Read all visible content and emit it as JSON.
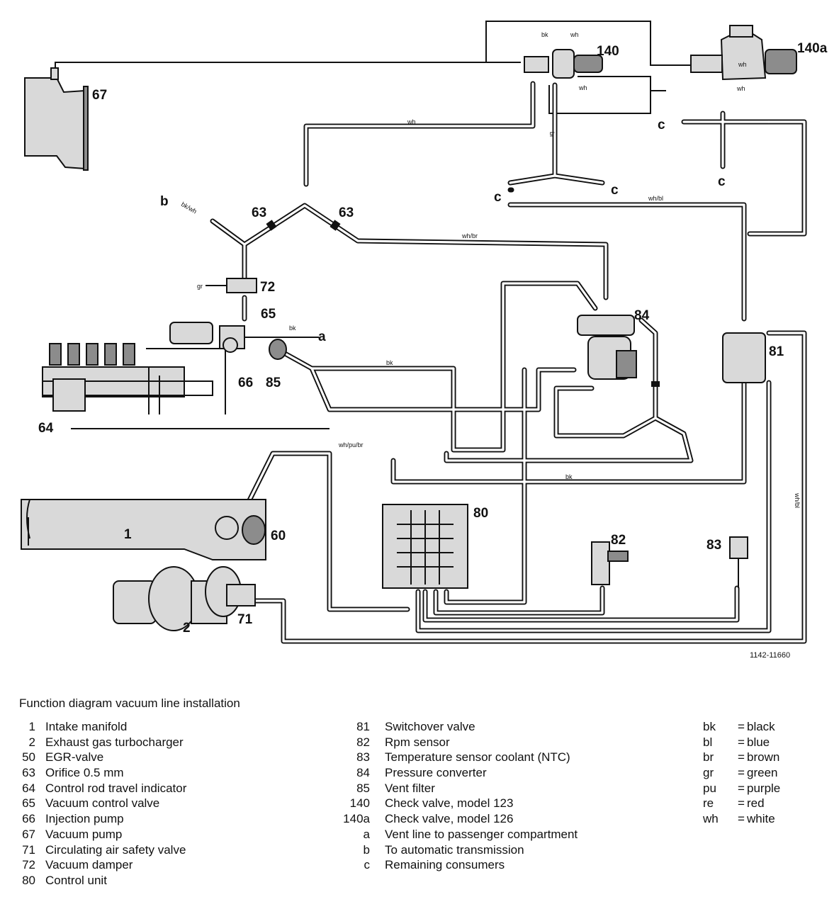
{
  "diagram": {
    "reference": "1142-11660",
    "callouts": {
      "c1": "1",
      "c2": "2",
      "c60": "60",
      "c63a": "63",
      "c63b": "63",
      "c64": "64",
      "c65": "65",
      "c66": "66",
      "c67": "67",
      "c71": "71",
      "c72": "72",
      "c80": "80",
      "c81": "81",
      "c82": "82",
      "c83": "83",
      "c84": "84",
      "c85": "85",
      "c140": "140",
      "c140a": "140a",
      "a": "a",
      "b": "b",
      "c1st": "c",
      "c2nd": "c",
      "c3rd": "c",
      "c4th": "c"
    },
    "line_labels": {
      "wh_top": "wh",
      "bk_140": "bk",
      "wh_140": "wh",
      "wh_140b": "wh",
      "wh_140a": "wh",
      "wh_140a_b": "wh",
      "br_vert": "br",
      "bkwh": "bk/wh",
      "whbr": "wh/br",
      "whbl": "wh/bl",
      "gr": "gr",
      "bk_a": "bk",
      "bk_mid": "bk",
      "bk_bottom": "bk",
      "whpubr": "wh/pu/br",
      "whbl_vert": "wh/bl"
    }
  },
  "legend": {
    "title": "Function diagram vacuum line installation",
    "col1": [
      {
        "num": "1",
        "desc": "Intake manifold"
      },
      {
        "num": "2",
        "desc": "Exhaust gas turbocharger"
      },
      {
        "num": "50",
        "desc": "EGR-valve"
      },
      {
        "num": "63",
        "desc": "Orifice 0.5 mm"
      },
      {
        "num": "64",
        "desc": "Control rod travel indicator"
      },
      {
        "num": "65",
        "desc": "Vacuum control valve"
      },
      {
        "num": "66",
        "desc": "Injection pump"
      },
      {
        "num": "67",
        "desc": "Vacuum pump"
      },
      {
        "num": "71",
        "desc": "Circulating air safety valve"
      },
      {
        "num": "72",
        "desc": "Vacuum damper"
      },
      {
        "num": "80",
        "desc": "Control unit"
      }
    ],
    "col2": [
      {
        "num": "81",
        "desc": "Switchover valve"
      },
      {
        "num": "82",
        "desc": "Rpm sensor"
      },
      {
        "num": "83",
        "desc": "Temperature sensor coolant (NTC)"
      },
      {
        "num": "84",
        "desc": "Pressure converter"
      },
      {
        "num": "85",
        "desc": "Vent filter"
      },
      {
        "num": "140",
        "desc": "Check valve, model 123"
      },
      {
        "num": "140a",
        "desc": "Check valve, model 126"
      },
      {
        "num": "a",
        "desc": "Vent line to passenger compartment"
      },
      {
        "num": "b",
        "desc": "To automatic transmission"
      },
      {
        "num": "c",
        "desc": "Remaining consumers"
      }
    ],
    "colors": [
      {
        "abbr": "bk",
        "name": "black"
      },
      {
        "abbr": "bl",
        "name": "blue"
      },
      {
        "abbr": "br",
        "name": "brown"
      },
      {
        "abbr": "gr",
        "name": "green"
      },
      {
        "abbr": "pu",
        "name": "purple"
      },
      {
        "abbr": "re",
        "name": "red"
      },
      {
        "abbr": "wh",
        "name": "white"
      }
    ]
  }
}
